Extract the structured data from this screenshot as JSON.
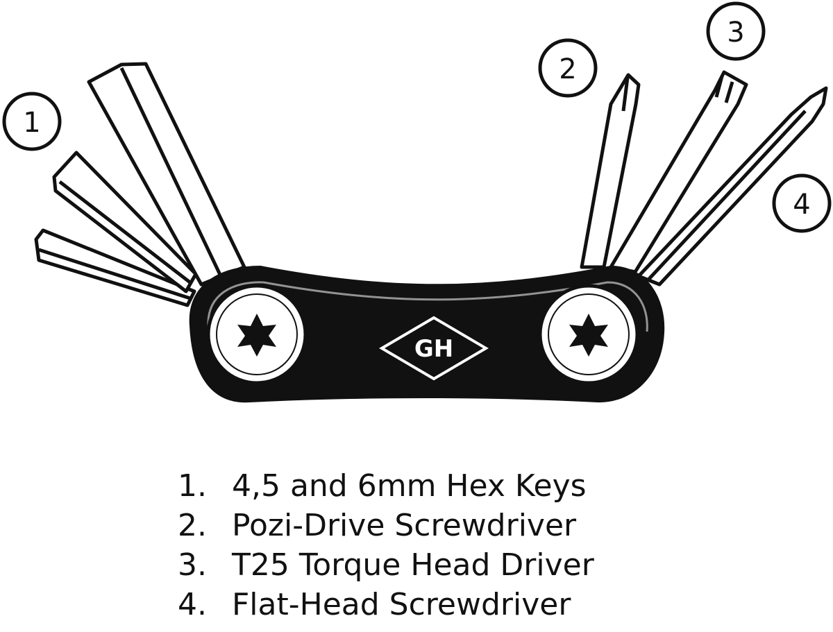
{
  "callouts": [
    {
      "number": "1"
    },
    {
      "number": "2"
    },
    {
      "number": "3"
    },
    {
      "number": "4"
    }
  ],
  "logo": {
    "text": "GH"
  },
  "legend": [
    {
      "number": "1.",
      "label": "4,5 and 6mm Hex Keys"
    },
    {
      "number": "2.",
      "label": "Pozi-Drive Screwdriver"
    },
    {
      "number": "3.",
      "label": "T25 Torque Head Driver"
    },
    {
      "number": "4.",
      "label": "Flat-Head Screwdriver"
    }
  ],
  "colors": {
    "ink": "#111111",
    "background": "#ffffff"
  }
}
